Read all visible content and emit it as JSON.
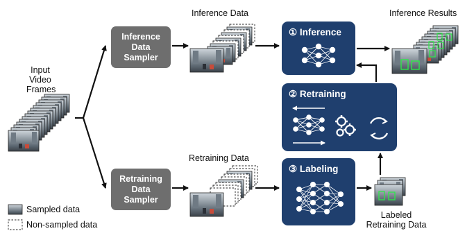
{
  "labels": {
    "input": [
      "Input",
      "Video",
      "Frames"
    ],
    "inference_data": "Inference Data",
    "retraining_data": "Retraining Data",
    "inference_results": "Inference Results",
    "labeled_retraining": [
      "Labeled",
      "Retraining Data"
    ]
  },
  "samplers": {
    "inference": [
      "Inference",
      "Data",
      "Sampler"
    ],
    "retraining": [
      "Retraining",
      "Data",
      "Sampler"
    ]
  },
  "stages": {
    "inference": "① Inference",
    "retraining": "② Retraining",
    "labeling": "③ Labeling"
  },
  "legend": {
    "sampled": "Sampled data",
    "non_sampled": "Non-sampled data"
  },
  "colors": {
    "stage_fill": "#1f3f6e",
    "sampler_fill": "#6e6e6e",
    "detection_box": "#2ee84a"
  },
  "icons": [
    "neural-network-icon",
    "gears-icon",
    "refresh-cycle-icon",
    "arrow-left-icon",
    "arrow-right-icon"
  ]
}
